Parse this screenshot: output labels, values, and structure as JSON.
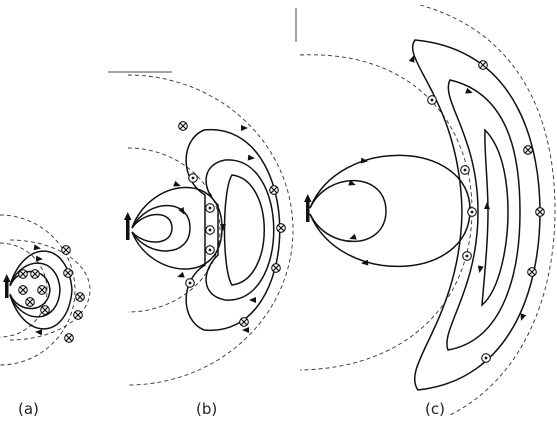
{
  "panels": [
    {
      "id": "a",
      "label": "(a)"
    },
    {
      "id": "b",
      "label": "(b)"
    },
    {
      "id": "c",
      "label": "(c)"
    }
  ],
  "legend_symbols": {
    "into_page": "cross-in-circle-icon",
    "out_of_page": "dot-in-circle-icon"
  }
}
